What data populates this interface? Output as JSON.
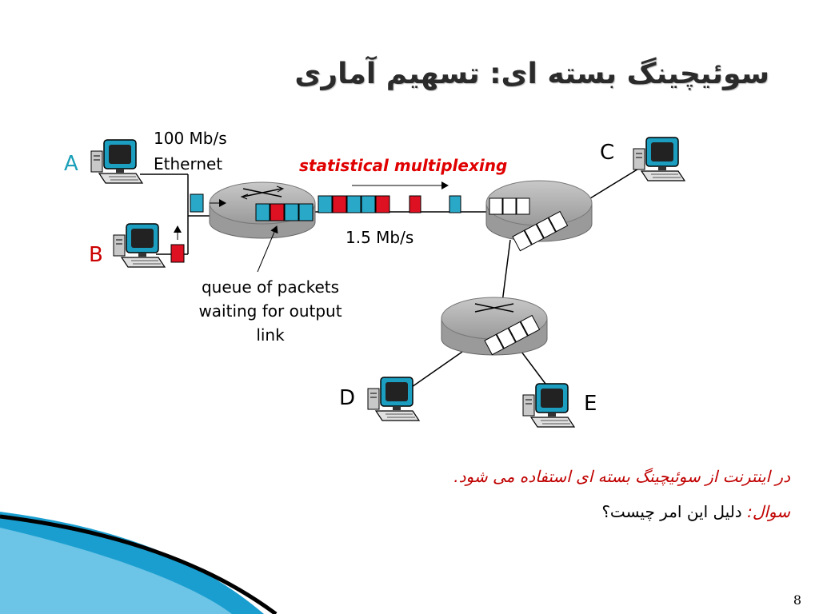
{
  "slide": {
    "title": "سوئیچینگ بسته ای: تسهیم آماری",
    "page_number": "8",
    "bullets": [
      {
        "text": "در اینترنت از سوئیچینگ بسته ای استفاده می شود."
      },
      {
        "question_label": "سوال:",
        "text": "دلیل این امر چیست؟"
      }
    ]
  },
  "diagram": {
    "hosts": {
      "A": "A",
      "B": "B",
      "C": "C",
      "D": "D",
      "E": "E"
    },
    "labels": {
      "ethernet_rate": "100 Mb/s",
      "ethernet": "Ethernet",
      "multiplexing": "statistical multiplexing",
      "link_rate": "1.5 Mb/s",
      "queue_line1": "queue of packets",
      "queue_line2": "waiting for output",
      "queue_line3": "link"
    },
    "colors": {
      "packet_blue": "#2aa8c8",
      "packet_red": "#dd1122",
      "router": "#a8a8a8",
      "label_blue": "#1aa0b8",
      "label_red": "#cc0000"
    },
    "queue_packets": [
      "blue",
      "red",
      "blue",
      "blue"
    ],
    "link_packets": [
      "blue",
      "red",
      "blue",
      "blue",
      "red",
      "red",
      "blue"
    ]
  }
}
